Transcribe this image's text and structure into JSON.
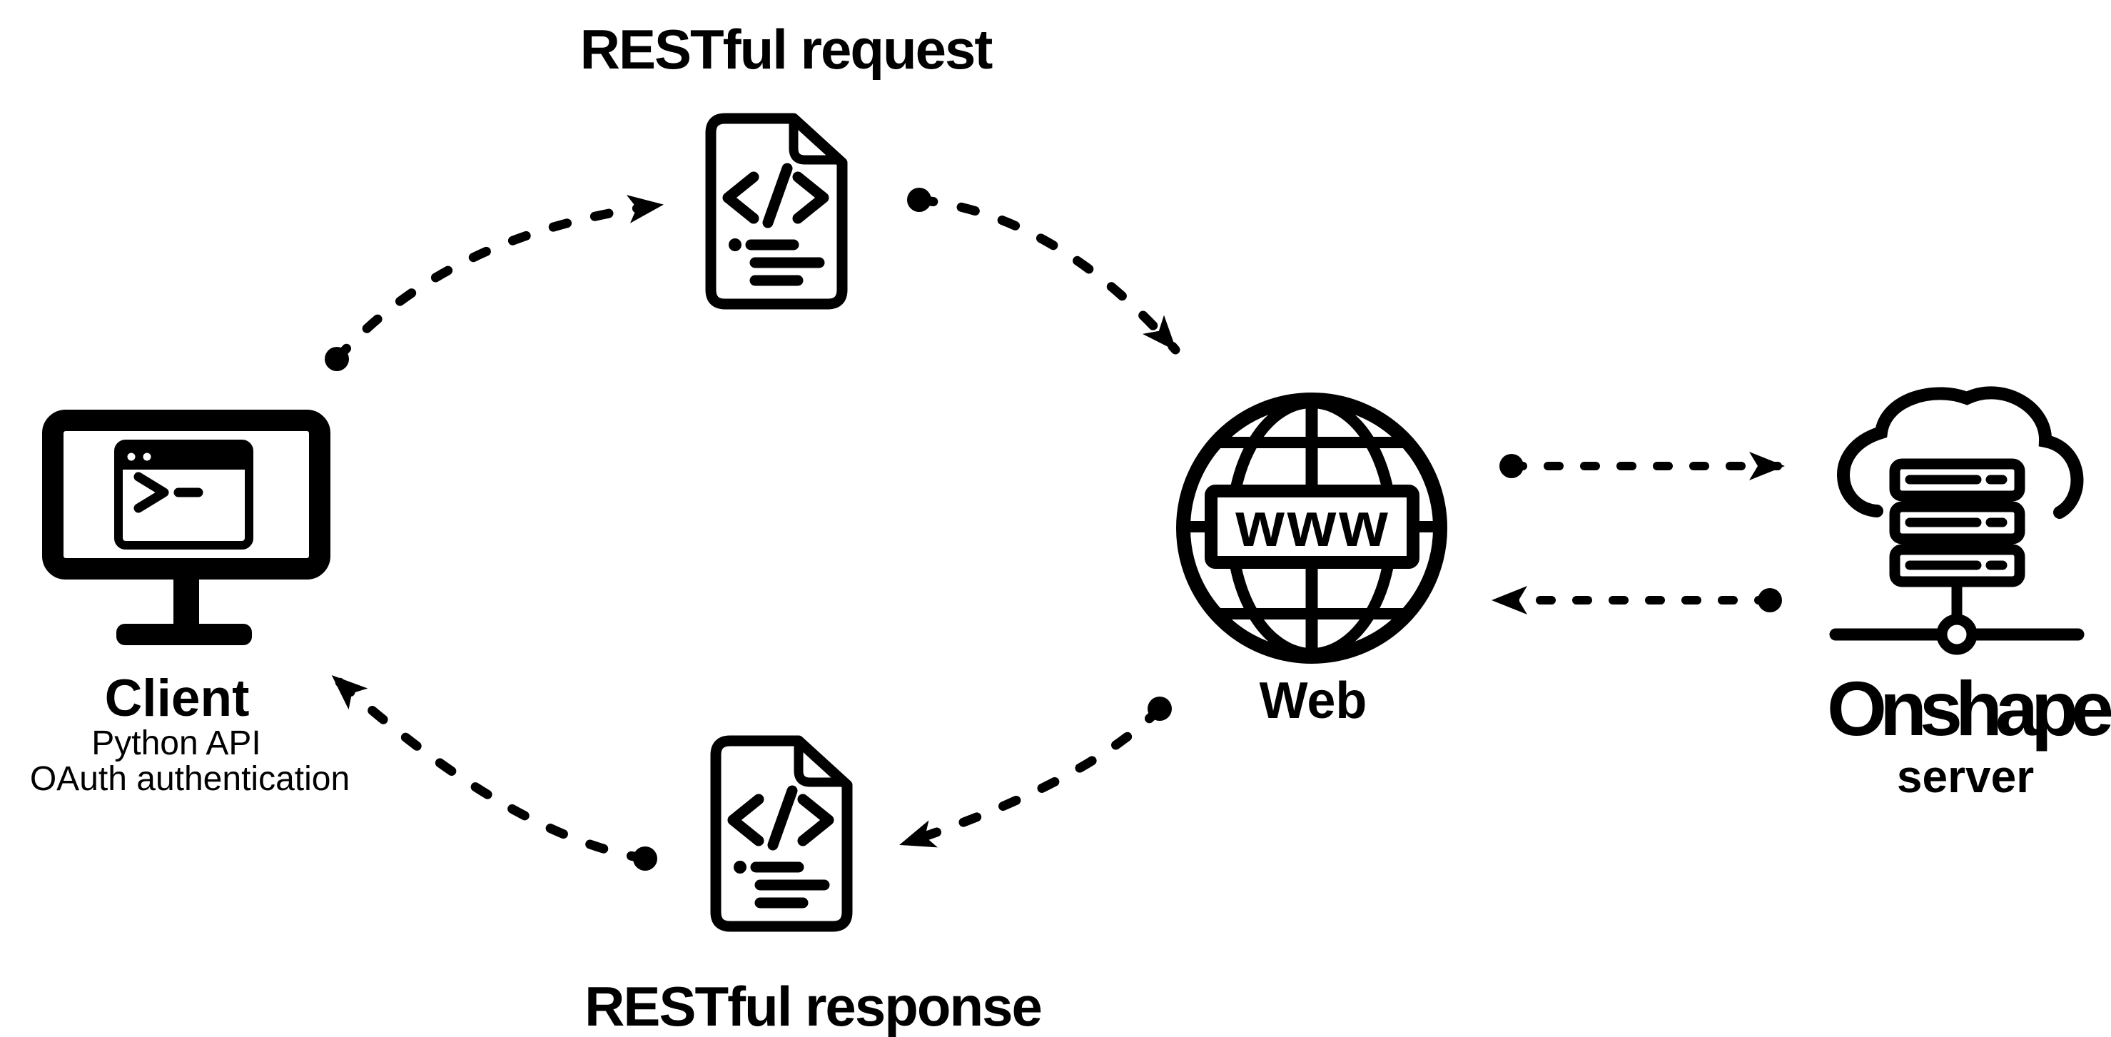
{
  "diagram": {
    "background_color": "#ffffff",
    "ink_color": "#000000",
    "labels": {
      "request": "RESTful request",
      "response": "RESTful response",
      "client_title": "Client",
      "client_sub1": "Python API",
      "client_sub2": "OAuth authentication",
      "web": "Web",
      "www": "www",
      "onshape": "Onshape",
      "server": "server"
    },
    "nodes": [
      {
        "id": "client",
        "label": "Client",
        "sublabels": [
          "Python API",
          "OAuth authentication"
        ],
        "icon": "terminal-monitor-icon"
      },
      {
        "id": "restful-request",
        "label": "RESTful request",
        "icon": "code-file-icon"
      },
      {
        "id": "web",
        "label": "Web",
        "icon": "www-globe-icon"
      },
      {
        "id": "onshape-server",
        "label": "Onshape server",
        "icon": "cloud-server-icon"
      },
      {
        "id": "restful-response",
        "label": "RESTful response",
        "icon": "code-file-icon"
      }
    ],
    "flows": [
      {
        "from": "Client",
        "to": "RESTful request",
        "style": "dashed-curved-arrow"
      },
      {
        "from": "RESTful request",
        "to": "Web",
        "style": "dashed-curved-arrow"
      },
      {
        "from": "Web",
        "to": "Onshape server",
        "style": "dashed-straight-arrow"
      },
      {
        "from": "Onshape server",
        "to": "Web",
        "style": "dashed-straight-arrow"
      },
      {
        "from": "Web",
        "to": "RESTful response",
        "style": "dashed-curved-arrow"
      },
      {
        "from": "RESTful response",
        "to": "Client",
        "style": "dashed-curved-arrow"
      }
    ]
  }
}
